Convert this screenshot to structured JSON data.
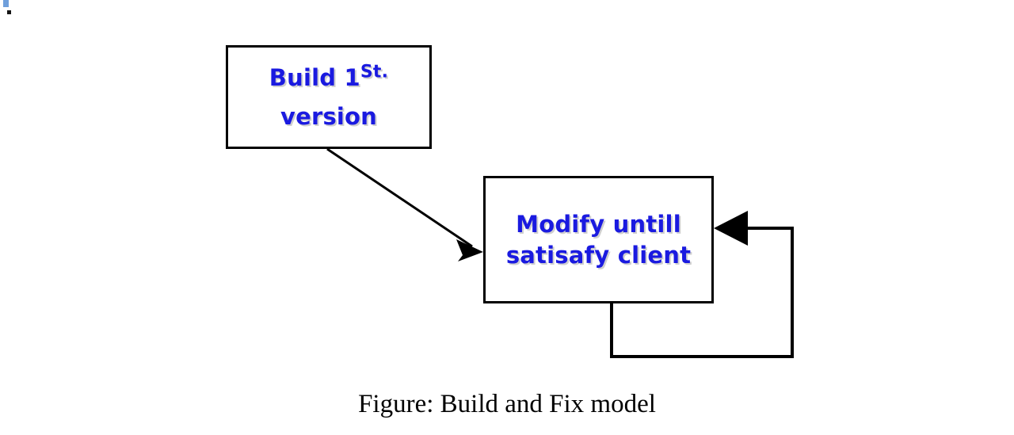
{
  "figure": {
    "caption": "Figure: Build and Fix model",
    "stray_mark": "."
  },
  "colors": {
    "node_text": "#1a1ae0",
    "node_text_shadow": "#cfcfcf",
    "border": "#000000",
    "background": "#ffffff",
    "caption_text": "#000000"
  },
  "nodes": [
    {
      "id": "build-first-version",
      "line1_main": "Build 1",
      "line1_superscript": "St.",
      "line2": "version"
    },
    {
      "id": "modify-until-satisfy-client",
      "line1": "Modify untill",
      "line2": "satisafy client"
    }
  ],
  "connectors": [
    {
      "id": "build-to-modify",
      "from": "build-first-version",
      "to": "modify-until-satisfy-client",
      "style": "diagonal-arrow",
      "arrowhead": "filled-triangle"
    },
    {
      "id": "modify-feedback-loop",
      "from": "modify-until-satisfy-client",
      "to": "modify-until-satisfy-client",
      "style": "orthogonal-loop",
      "arrowhead": "filled-triangle-left"
    }
  ]
}
